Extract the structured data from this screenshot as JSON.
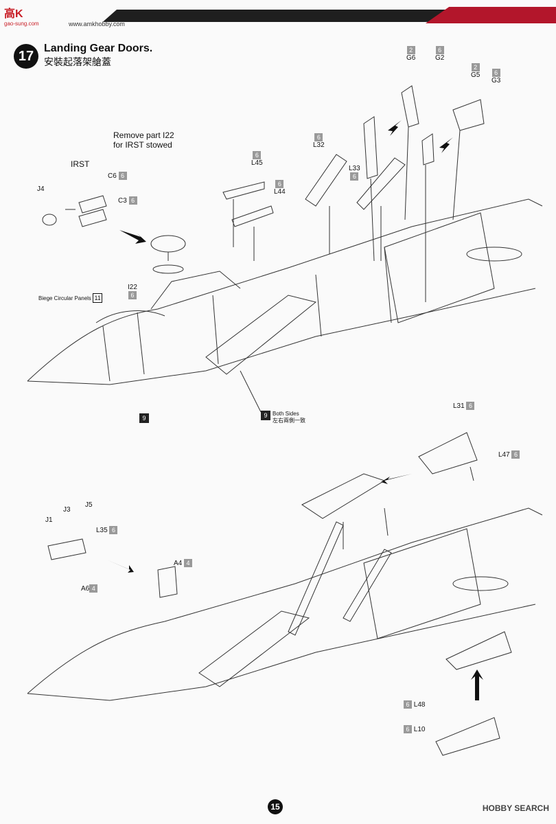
{
  "header": {
    "logo": "高K",
    "logo_sub": "gao-sung.com",
    "url": "www.amkhobby.com"
  },
  "step": {
    "number": "17",
    "title": "Landing Gear Doors.",
    "title_cn": "安裝起落架艙蓋"
  },
  "notes": {
    "remove": "Remove part I22",
    "remove2": "for  IRST stowed",
    "irst": "IRST",
    "biege": "Biege Circular Panels",
    "both": "Both Sides",
    "both_cn": "左右兩側一致"
  },
  "parts": [
    {
      "id": "G6",
      "code": "2"
    },
    {
      "id": "G2",
      "code": "6"
    },
    {
      "id": "G5",
      "code": "2"
    },
    {
      "id": "G3",
      "code": "6"
    },
    {
      "id": "L32",
      "code": "6"
    },
    {
      "id": "L33",
      "code": "6"
    },
    {
      "id": "L45",
      "code": "6"
    },
    {
      "id": "L44",
      "code": "6"
    },
    {
      "id": "C6",
      "code": "6"
    },
    {
      "id": "C3",
      "code": "6"
    },
    {
      "id": "J4",
      "code": ""
    },
    {
      "id": "I22",
      "code": "6"
    },
    {
      "id": "L31",
      "code": "6"
    },
    {
      "id": "L47",
      "code": "6"
    },
    {
      "id": "J1",
      "code": ""
    },
    {
      "id": "J3",
      "code": ""
    },
    {
      "id": "J5",
      "code": ""
    },
    {
      "id": "L35",
      "code": "6"
    },
    {
      "id": "A4",
      "code": "4"
    },
    {
      "id": "A6",
      "code": "4"
    },
    {
      "id": "L48",
      "code": "6"
    },
    {
      "id": "L10",
      "code": "6"
    }
  ],
  "codes": {
    "biege": "11",
    "paint9": "9"
  },
  "footer": {
    "page": "15",
    "watermark": "HOBBY SEARCH"
  }
}
